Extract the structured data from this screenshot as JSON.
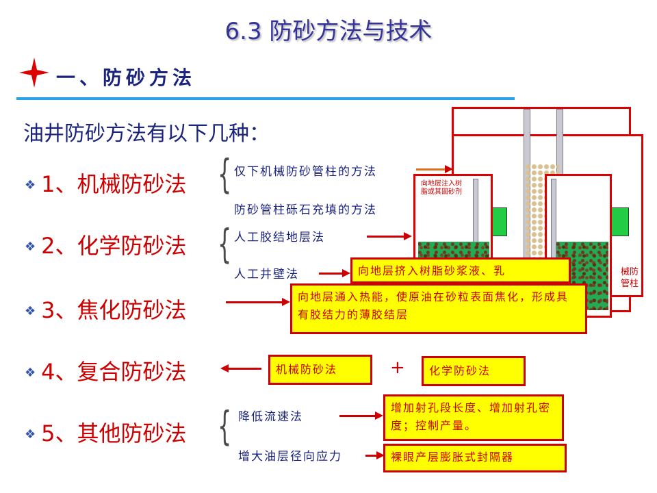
{
  "title": "6.3 防砂方法与技术",
  "section": {
    "label": "一、防砂方法"
  },
  "intro": "油井防砂方法有以下几种：",
  "methods": [
    {
      "label": "1、机械防砂法",
      "subs": [
        "仅下机械防砂管柱的方法",
        "防砂管柱砾石充填的方法"
      ]
    },
    {
      "label": "2、化学防砂法",
      "subs": [
        "人工胶结地层法",
        "人工井壁法"
      ],
      "note": "向地层挤入树脂砂浆液、乳"
    },
    {
      "label": "3、焦化防砂法",
      "note": "向地层通入热能，使原油在砂粒表面焦化，形成具有胶结力的薄胶结层"
    },
    {
      "label": "4、复合防砂法",
      "parts": [
        "机械防砂法",
        "+",
        "化学防砂法"
      ]
    },
    {
      "label": "5、其他防砂法",
      "subs": [
        "降低流速法",
        "增大油层径向应力"
      ],
      "notes": [
        "增加射孔段长度、增加射孔密度；控制产量。",
        "裸眼产层膨胀式封隔器"
      ]
    }
  ],
  "diagram": {
    "label_inject": "向地层注入树脂或其固砂剂",
    "label_tool": "械防管柱"
  },
  "colors": {
    "title": "#333399",
    "accent": "#cc0000",
    "note_bg": "#ffff00",
    "rule": "#29a3e8"
  }
}
